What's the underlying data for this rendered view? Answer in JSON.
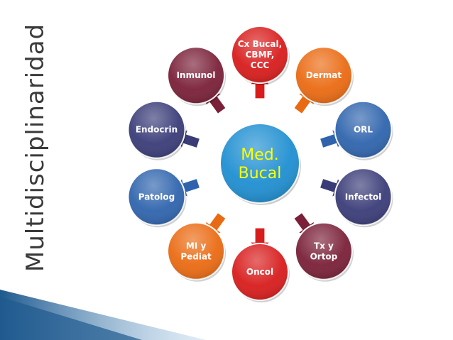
{
  "title": "Multidisciplinaridad",
  "center": {
    "lines": [
      "Med.",
      "Bucal"
    ],
    "color": "#1f8fd1",
    "text_color": "#ffff00"
  },
  "nodes": [
    {
      "id": "cx-bucal",
      "lines": [
        "Cx Bucal,",
        "CBMF,",
        "CCC"
      ],
      "color": "#d81c1c"
    },
    {
      "id": "dermat",
      "lines": [
        "Dermat"
      ],
      "color": "#ea6a12"
    },
    {
      "id": "orl",
      "lines": [
        "ORL"
      ],
      "color": "#2f64ad"
    },
    {
      "id": "infectol",
      "lines": [
        "Infectol"
      ],
      "color": "#3a3c78"
    },
    {
      "id": "tx-ortop",
      "lines": [
        "Tx y",
        "Ortop"
      ],
      "color": "#7a2038"
    },
    {
      "id": "oncol",
      "lines": [
        "Oncol"
      ],
      "color": "#d81c1c"
    },
    {
      "id": "mi-pediat",
      "lines": [
        "MI y",
        "Pediat"
      ],
      "color": "#ea6a12"
    },
    {
      "id": "patolog",
      "lines": [
        "Patolog"
      ],
      "color": "#2f64ad"
    },
    {
      "id": "endocrin",
      "lines": [
        "Endocrin"
      ],
      "color": "#3a3c78"
    },
    {
      "id": "inmunol",
      "lines": [
        "Inmunol"
      ],
      "color": "#7a2038"
    }
  ],
  "colors": {
    "title": "#3a3a3a",
    "ribbon": "#1f5a8e",
    "node_text": "#ffffff"
  }
}
